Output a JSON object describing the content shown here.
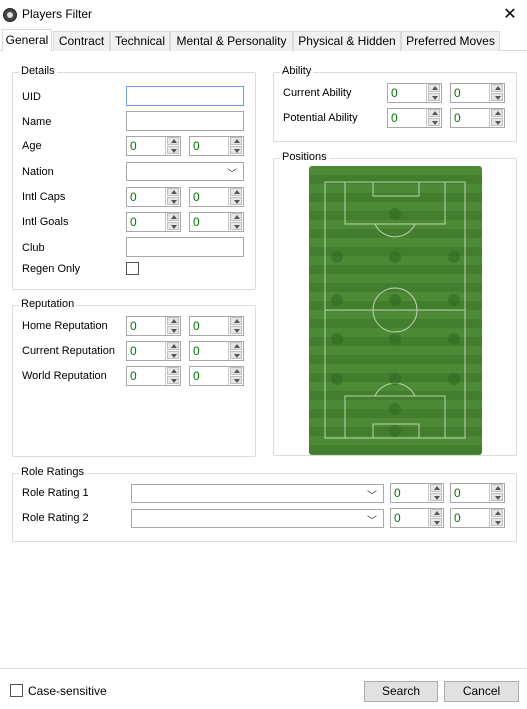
{
  "window": {
    "title": "Players Filter",
    "close_glyph": "✕",
    "icon": "app-logo-icon"
  },
  "tabs": [
    {
      "label": "General",
      "active": true
    },
    {
      "label": "Contract"
    },
    {
      "label": "Technical"
    },
    {
      "label": "Mental & Personality"
    },
    {
      "label": "Physical & Hidden"
    },
    {
      "label": "Preferred Moves"
    }
  ],
  "details": {
    "title": "Details",
    "uid_label": "UID",
    "uid_value": "",
    "name_label": "Name",
    "name_value": "",
    "age_label": "Age",
    "age_min": "0",
    "age_max": "0",
    "nation_label": "Nation",
    "nation_value": "",
    "intl_caps_label": "Intl Caps",
    "intl_caps_min": "0",
    "intl_caps_max": "0",
    "intl_goals_label": "Intl Goals",
    "intl_goals_min": "0",
    "intl_goals_max": "0",
    "club_label": "Club",
    "club_value": "",
    "regen_label": "Regen Only"
  },
  "ability": {
    "title": "Ability",
    "current_label": "Current Ability",
    "current_min": "0",
    "current_max": "0",
    "potential_label": "Potential Ability",
    "potential_min": "0",
    "potential_max": "0"
  },
  "positions": {
    "title": "Positions"
  },
  "reputation": {
    "title": "Reputation",
    "home_label": "Home Reputation",
    "home_min": "0",
    "home_max": "0",
    "current_label": "Current Reputation",
    "current_min": "0",
    "current_max": "0",
    "world_label": "World Reputation",
    "world_min": "0",
    "world_max": "0"
  },
  "role_ratings": {
    "title": "Role Ratings",
    "r1_label": "Role Rating 1",
    "r1_value": "",
    "r1_min": "0",
    "r1_max": "0",
    "r2_label": "Role Rating 2",
    "r2_value": "",
    "r2_min": "0",
    "r2_max": "0"
  },
  "footer": {
    "case_label": "Case-sensitive",
    "search_label": "Search",
    "cancel_label": "Cancel"
  },
  "colors": {
    "value_green": "#007500",
    "pitch_green": "#4d8a36",
    "focus_blue": "#6f9fd8"
  }
}
